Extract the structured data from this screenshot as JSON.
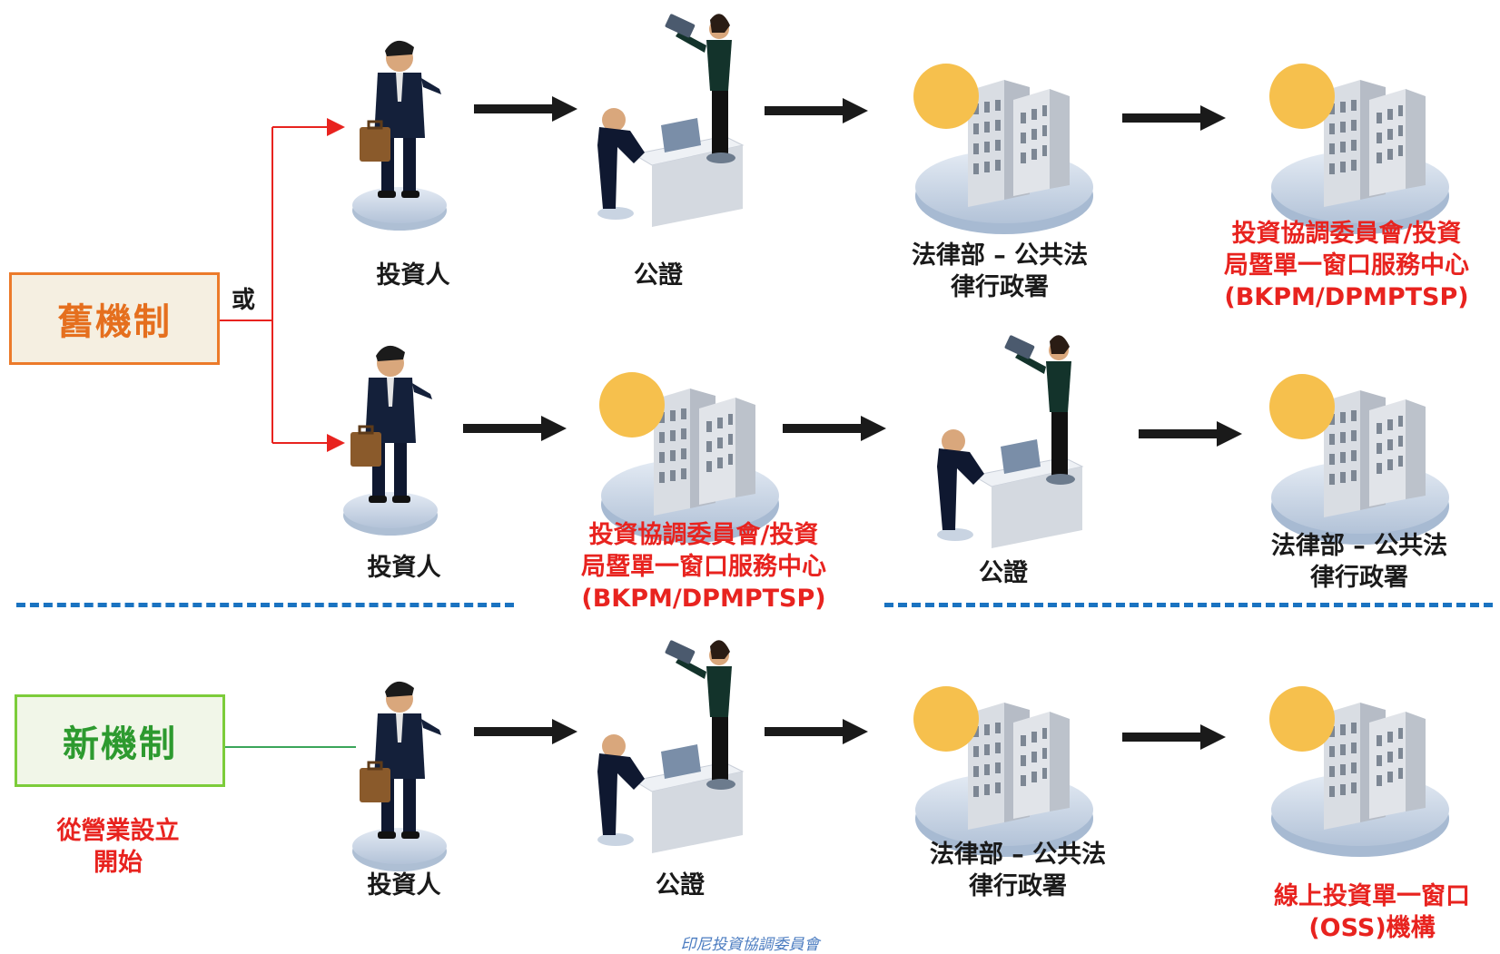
{
  "mechanisms": {
    "old": {
      "label": "舊機制",
      "connector": "或"
    },
    "new": {
      "label": "新機制",
      "note": "從營業設立\n開始"
    }
  },
  "row1": {
    "investor": "投資人",
    "notary": "公證",
    "ministry": "法律部 – 公共法\n律行政署",
    "bkpm": "投資協調委員會/投資\n局暨單一窗口服務中心\n(BKPM/DPMPTSP)"
  },
  "row2": {
    "investor": "投資人",
    "bkpm": "投資協調委員會/投資\n局暨單一窗口服務中心\n(BKPM/DPMPTSP)",
    "notary": "公證",
    "ministry": "法律部 – 公共法\n律行政署"
  },
  "row3": {
    "investor": "投資人",
    "notary": "公證",
    "ministry": "法律部 – 公共法\n律行政署",
    "oss": "線上投資單一窗口\n(OSS)機構"
  },
  "footer": "印尼投資協調委員會",
  "colors": {
    "old_border": "#ec7a2a",
    "new_border": "#7ccc3a",
    "connector_red": "#e8231f",
    "dash_blue": "#1a73c1",
    "highlight_red": "#e8231f",
    "sun": "#f6c04d",
    "platform": "#c9d6e6"
  },
  "icons": [
    "investor-icon",
    "notary-icon",
    "government-building-icon",
    "arrow-right-icon"
  ]
}
